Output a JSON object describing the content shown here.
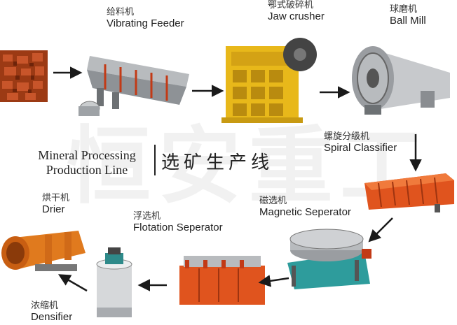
{
  "diagram": {
    "center_title_en_line1": "Mineral Processing",
    "center_title_en_line2": "Production Line",
    "center_title_zh": "选矿生产线",
    "watermark": "恒安重工"
  },
  "steps": [
    {
      "zh": "给料机",
      "en": "Vibrating Feeder"
    },
    {
      "zh": "鄂式破碎机",
      "en": "Jaw crusher"
    },
    {
      "zh": "球磨机",
      "en": "Ball Mill"
    },
    {
      "zh": "螺旋分级机",
      "en": "Spiral Classifier"
    },
    {
      "zh": "磁选机",
      "en": "Magnetic Seperator"
    },
    {
      "zh": "浮选机",
      "en": "Flotation Seperator"
    },
    {
      "zh": "烘干机",
      "en": "Drier"
    },
    {
      "zh": "浓缩机",
      "en": "Densifier"
    }
  ],
  "colors": {
    "machine_yellow": "#e8b81a",
    "machine_orange": "#e0541e",
    "machine_grey": "#a9acb0",
    "ore_red": "#b4441a",
    "arrow": "#1a1a1a"
  }
}
